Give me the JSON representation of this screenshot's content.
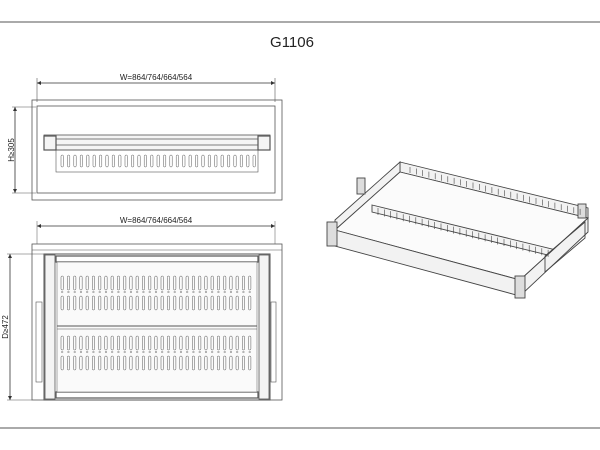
{
  "title": "G1106",
  "front_view": {
    "width_label": "W=864/764/664/564",
    "height_label": "H≥305"
  },
  "top_view": {
    "width_label": "W=864/764/664/564",
    "depth_label": "D≥472"
  },
  "colors": {
    "line": "#444444",
    "frame": "#555555",
    "fill": "#f2f2f2"
  }
}
